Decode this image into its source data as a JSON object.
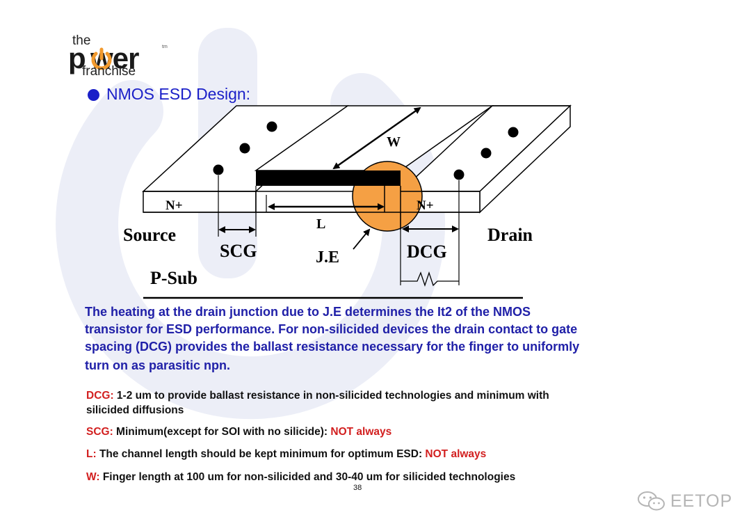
{
  "logo": {
    "the": "the",
    "power": "p wer",
    "tm": "tm",
    "franchise": "franchise"
  },
  "heading": "NMOS ESD Design:",
  "diagram": {
    "labels": {
      "n_plus_left": "N+",
      "n_plus_right": "N+",
      "w": "W",
      "l": "L",
      "source": "Source",
      "drain": "Drain",
      "scg": "SCG",
      "dcg": "DCG",
      "je": "J.E",
      "psub": "P-Sub"
    },
    "colors": {
      "hotspot": "#f5a044",
      "gate": "#000000",
      "outline": "#000000"
    }
  },
  "paragraph": [
    "The heating at the drain junction due to J.E determines the It2 of the NMOS",
    "transistor for ESD performance.  For non-silicided devices the drain contact to gate",
    "spacing (DCG) provides the ballast resistance necessary for the finger to uniformly",
    "turn on as parasitic npn."
  ],
  "notes": {
    "dcg": {
      "key": "DCG:",
      "line1": " 1-2 um to provide ballast resistance in non-silicided technologies and minimum with",
      "line2": "silicided diffusions"
    },
    "scg": {
      "key": "SCG:",
      "text": " Minimum(except for SOI with no silicide): ",
      "highlight": "NOT always"
    },
    "l": {
      "key": "L:",
      "text": " The channel length should be kept minimum for optimum ESD: ",
      "highlight": "NOT always"
    },
    "w": {
      "key": "W:",
      "text": " Finger length at 100 um for non-silicided and 30-40 um for silicided technologies"
    }
  },
  "page_number": "38",
  "watermark": {
    "text": "EETOP",
    "icon": "wechat-icon"
  },
  "colors": {
    "heading_blue": "#1b20c8",
    "paragraph_blue": "#2020a8",
    "key_red": "#d21f1f",
    "watermark_gray": "#b5b5b5"
  }
}
